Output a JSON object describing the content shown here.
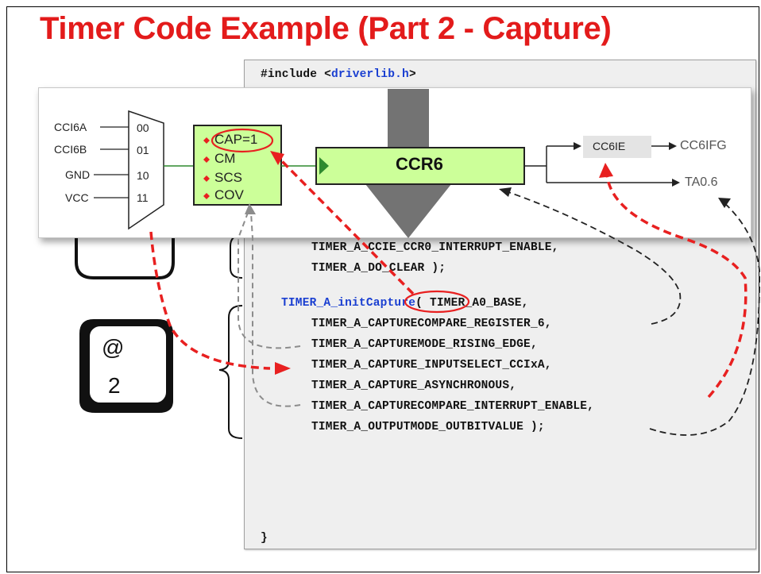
{
  "slide": {
    "title": "Timer Code Example (Part 2 - Capture)"
  },
  "code": {
    "include_prefix": "#include <",
    "include_lib": "driverlib.h",
    "include_suffix": ">",
    "line_ccie": "TIMER_A_CCIE_CCR0_INTERRUPT_ENABLE,",
    "line_clear": "TIMER_A_DO_CLEAR );",
    "func_prefix": "TIMER_A_ini",
    "func_capture": "tCapture",
    "func_args": "( TIMER_A0_BASE,",
    "arg_register": "TIMER_A_CAPTURECOMPARE_REGISTER_6,",
    "arg_mode": "TIMER_A_CAPTUREMODE_RISING_EDGE,",
    "arg_input": "TIMER_A_CAPTURE_INPUTSELECT_CCIxA,",
    "arg_async": "TIMER_A_CAPTURE_ASYNCHRONOUS,",
    "arg_interrupt": "TIMER_A_CAPTURECOMPARE_INTERRUPT_ENABLE,",
    "arg_output": "TIMER_A_OUTPUTMODE_OUTBITVALUE );",
    "closing_brace": "}"
  },
  "diagram": {
    "inputs": [
      "CCI6A",
      "CCI6B",
      "GND",
      "VCC"
    ],
    "mux_codes": [
      "00",
      "01",
      "10",
      "11"
    ],
    "control_items": [
      "CAP=1",
      "CM",
      "SCS",
      "COV"
    ],
    "register": "CCR6",
    "interrupt_enable": "CC6IE",
    "interrupt_flag": "CC6IFG",
    "output": "TA0.6"
  },
  "keycap": {
    "symbol": "@",
    "digit": "2"
  },
  "colors": {
    "title": "#e31b1b",
    "keyword_blue": "#1a3fd1",
    "block_green": "#ccff99",
    "arrow_red": "#e82020",
    "arrow_gray": "#8c8c8c"
  }
}
